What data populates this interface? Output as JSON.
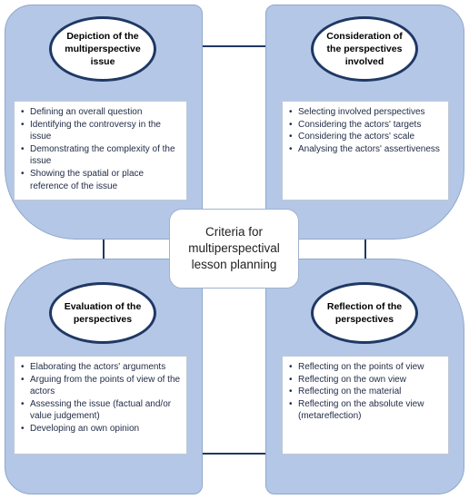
{
  "center_title": "Criteria for\nmultiperspectival\nlesson planning",
  "panels": [
    {
      "title": "Depiction of the\nmultiperspective\nissue",
      "items": [
        "Defining an overall question",
        "Identifying the controversy in the issue",
        "Demonstrating the complexity of the issue",
        "Showing the spatial or place reference of the issue"
      ]
    },
    {
      "title": "Consideration of\nthe perspectives\ninvolved",
      "items": [
        "Selecting involved perspectives",
        "Considering the actors' targets",
        "Considering the actors' scale",
        "Analysing the actors' assertiveness"
      ]
    },
    {
      "title": "Evaluation of the\nperspectives",
      "items": [
        "Elaborating the actors' arguments",
        "Arguing from the points of view of the actors",
        "Assessing the issue (factual and/or value judgement)",
        "Developing an own opinion"
      ]
    },
    {
      "title": "Reflection of the\nperspectives",
      "items": [
        "Reflecting on the points of view",
        "Reflecting on the own view",
        "Reflecting on the material",
        "Reflecting on the absolute view (metareflection)"
      ]
    }
  ],
  "bullet_char": "•",
  "colors": {
    "panel_fill": "#b4c7e7",
    "oval_border": "#1f3864",
    "connector": "#1f3864"
  }
}
